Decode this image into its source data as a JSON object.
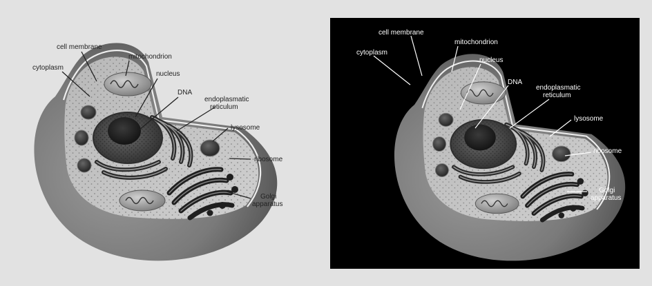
{
  "figure": {
    "left_panel": {
      "background": "#e2e2e2",
      "text_color": "#222222",
      "labels": {
        "cell_membrane": "cell membrane",
        "mitochondrion": "mitochondrion",
        "cytoplasm": "cytoplasm",
        "nucleus": "nucleus",
        "dna": "DNA",
        "er_line1": "endoplasmatic",
        "er_line2": "reticulum",
        "lysosome": "lysosome",
        "ribosome": "ribosome",
        "golgi_line1": "Golgi",
        "golgi_line2": "apparatus"
      }
    },
    "right_panel": {
      "background": "#000000",
      "text_color": "#ffffff",
      "labels": {
        "cell_membrane": "cell membrane",
        "mitochondrion": "mitochondrion",
        "cytoplasm": "cytoplasm",
        "nucleus": "nucleus",
        "dna": "DNA",
        "er_line1": "endoplasmatic",
        "er_line2": "reticulum",
        "lysosome": "lysosome",
        "ribosome": "ribosome",
        "golgi_line1": "Golgi",
        "golgi_line2": "apparatus"
      }
    }
  }
}
